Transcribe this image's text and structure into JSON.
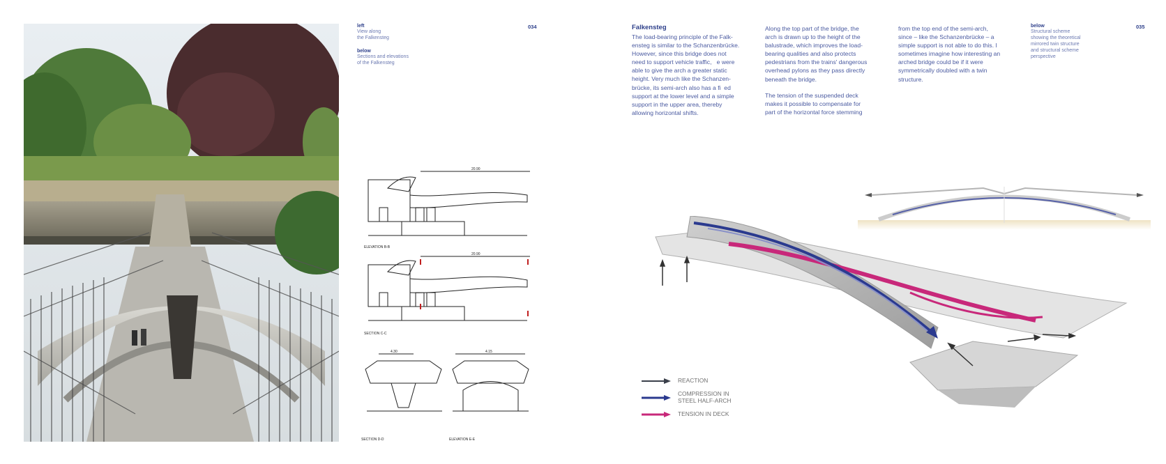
{
  "left_page": {
    "page_number": "034",
    "captions": [
      {
        "head": "left",
        "lines": [
          "View along",
          "the Falkensteg"
        ]
      },
      {
        "head": "below",
        "lines": [
          "Sections and elevations",
          "of the Falkensteg"
        ]
      }
    ],
    "drawing_labels": [
      "ELEVATION B-B",
      "SECTION C-C",
      "SECTION D-D",
      "ELEVATION E-E"
    ],
    "dimension_labels": [
      "20.90",
      "20.90",
      "4.30",
      "4.15"
    ]
  },
  "right_page": {
    "page_number": "035",
    "title": "Falkensteg",
    "columns": [
      [
        "The load-bearing principle of the Falk-",
        "ensteg is similar to the Schanzenbrücke.",
        "However, since this bridge does not",
        "need to support vehicle traffic,   e were",
        "able to give the arch a greater static",
        "height. Very much like the Schanzen-",
        "brücke, its semi-arch also has a fi  ed",
        "support at the lower level and a simple",
        "support in the upper area, thereby",
        "allowing horizontal shifts."
      ],
      [
        "Along the top part of the bridge, the",
        "arch is drawn up to the height of the",
        "balustrade, which improves the load-",
        "bearing qualities and also protects",
        "pedestrians from the trains' dangerous",
        "overhead pylons as they pass directly",
        "beneath the bridge."
      ],
      [
        "The tension of the suspended deck",
        "makes it possible to compensate for",
        "part of the horizontal force stemming"
      ],
      [
        "from the top end of the semi-arch,",
        "since – like the Schanzenbrücke – a",
        "simple support is not able to do this. I",
        "sometimes imagine how interesting an",
        "arched bridge could be if it were",
        "symmetrically doubled with a twin",
        "structure."
      ]
    ],
    "caption": {
      "head": "below",
      "lines": [
        "Structural scheme",
        "showing the theoretical",
        "mirrored twin structure",
        "and structural scheme",
        "perspective"
      ]
    },
    "legend": [
      {
        "label_lines": [
          "REACTION"
        ],
        "color": "#3a3f4a"
      },
      {
        "label_lines": [
          "COMPRESSION IN",
          "STEEL HALF-ARCH"
        ],
        "color": "#2b3a8f"
      },
      {
        "label_lines": [
          "TENSION IN DECK"
        ],
        "color": "#c8287a"
      }
    ]
  }
}
